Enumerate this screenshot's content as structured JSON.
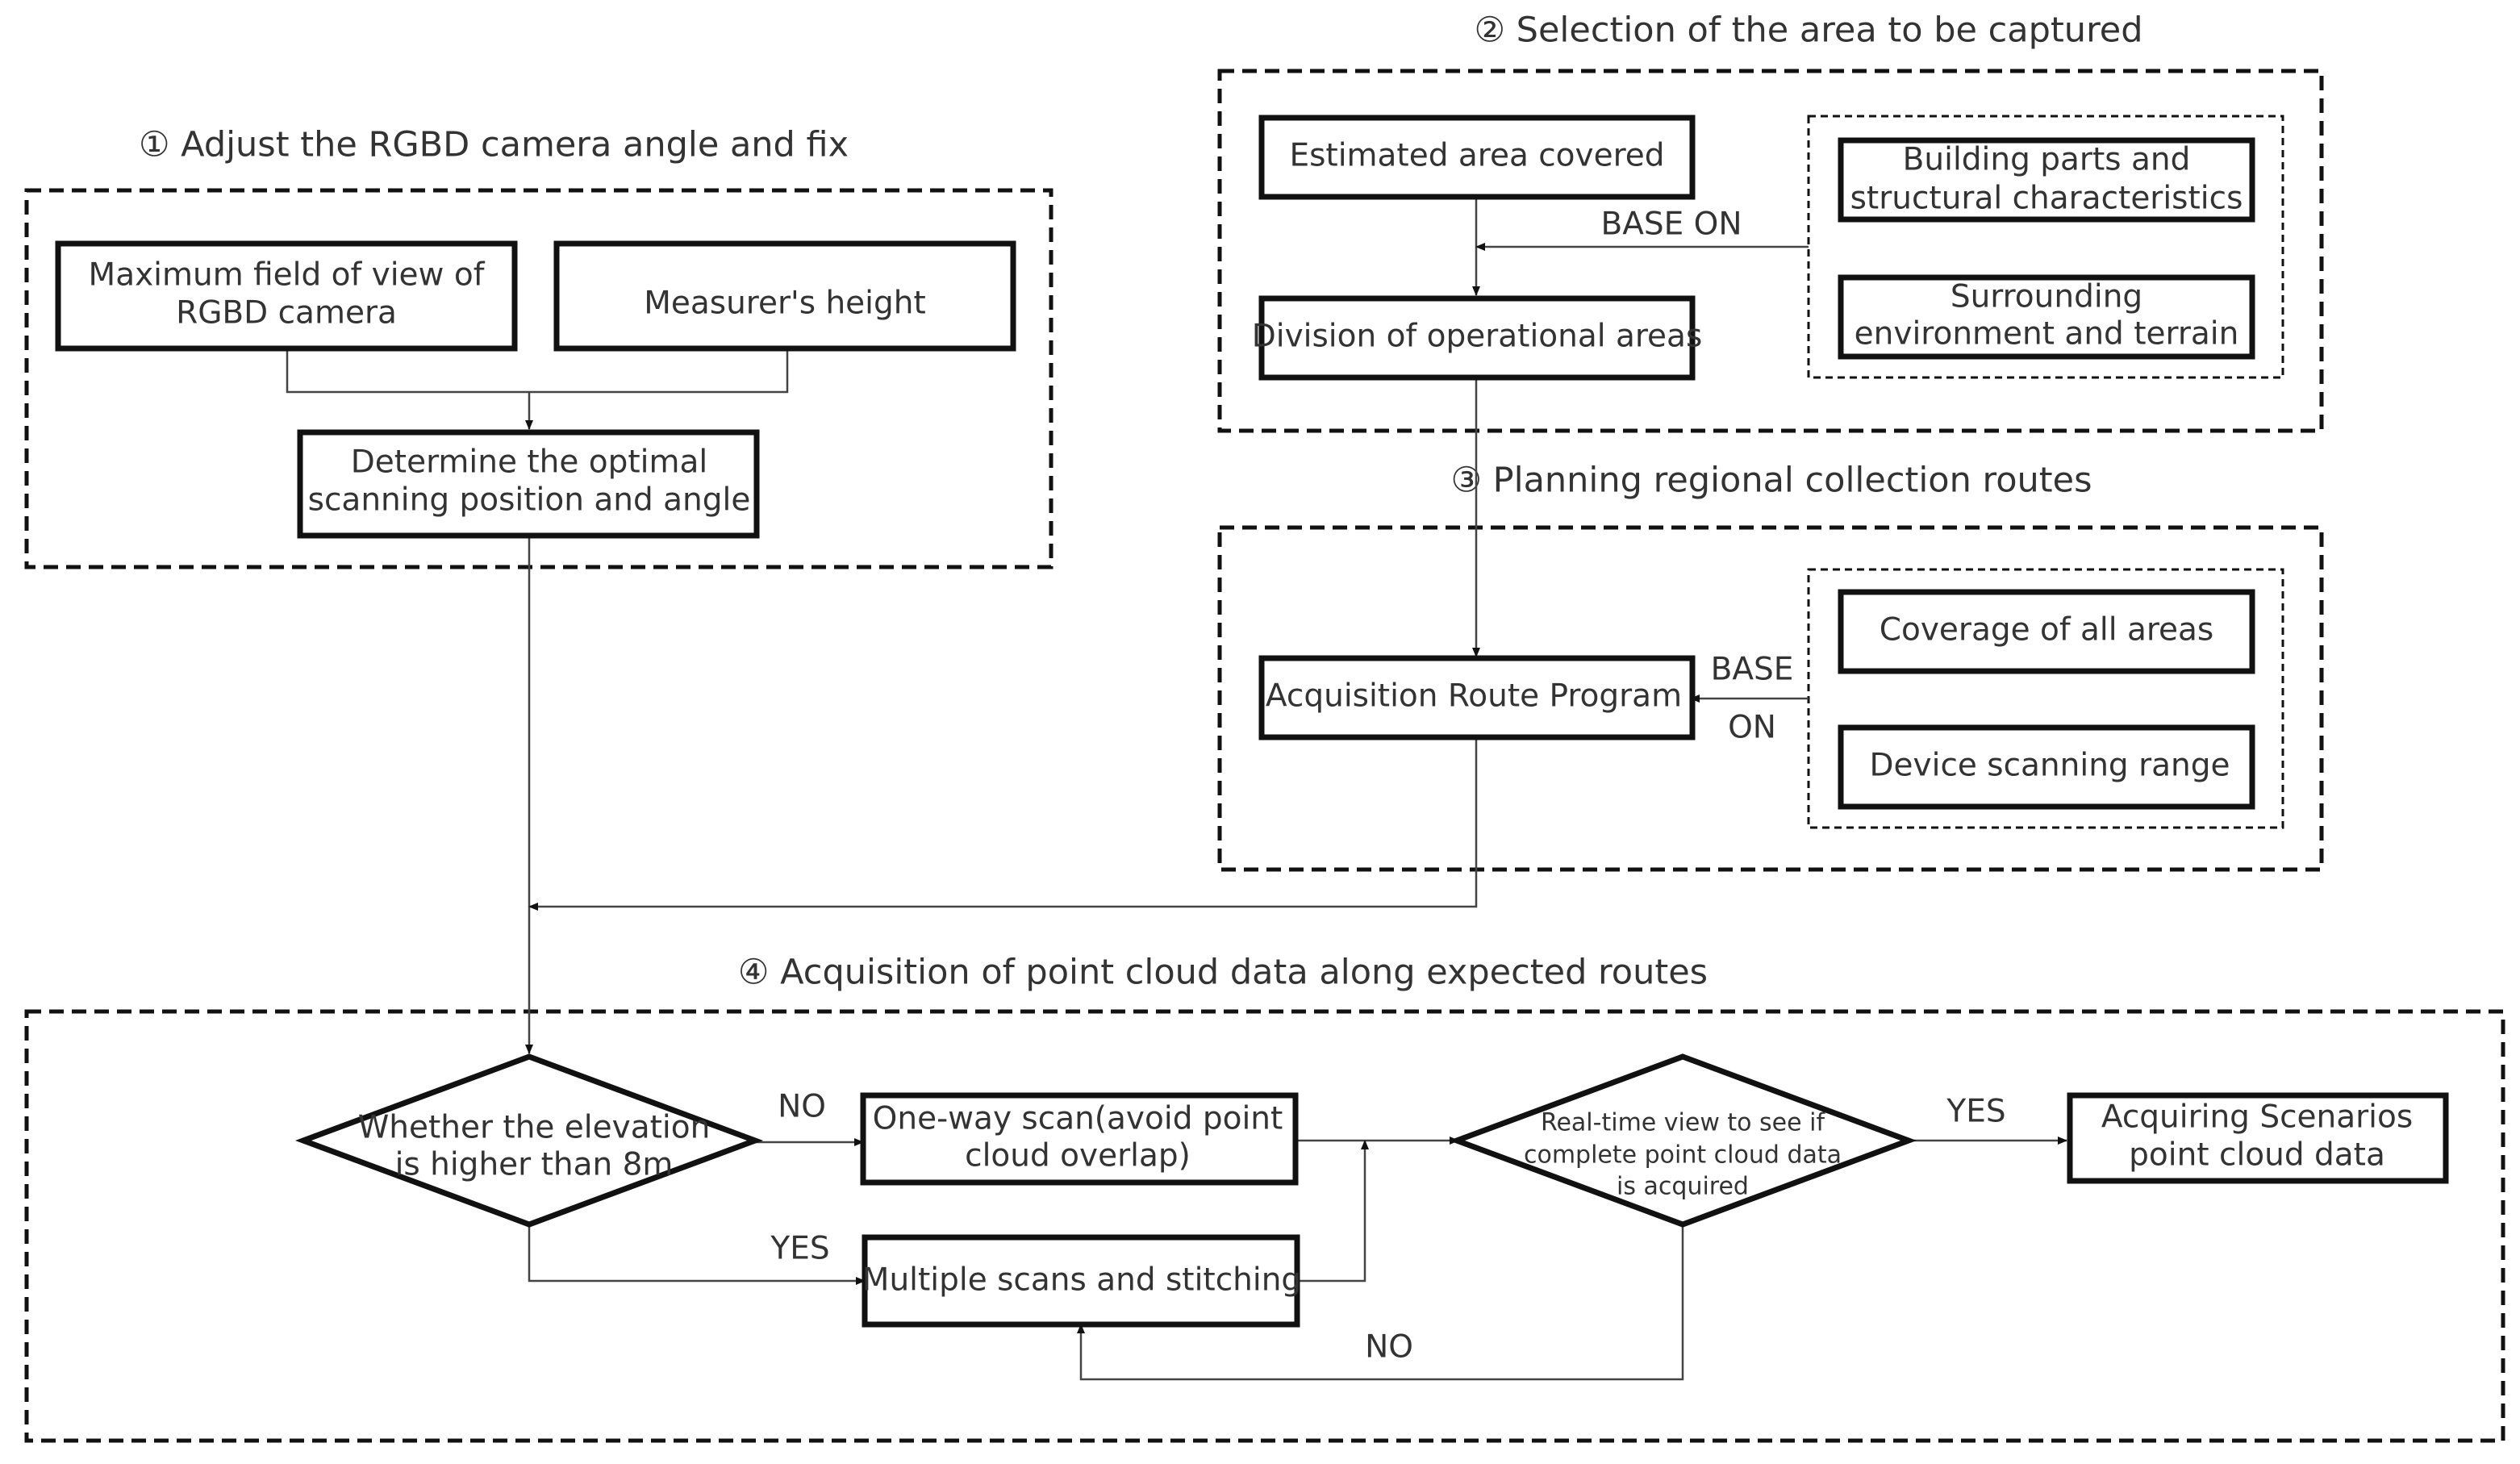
{
  "sections": {
    "s1": "① Adjust the RGBD camera angle and fix",
    "s2": "② Selection of the area to be captured",
    "s3": "③ Planning regional collection routes",
    "s4": "④ Acquisition of point cloud data along expected routes"
  },
  "nodes": {
    "max_fov": [
      "Maximum field of view of",
      "RGBD camera"
    ],
    "height": [
      "Measurer's height"
    ],
    "optimal": [
      "Determine the optimal",
      "scanning position and angle"
    ],
    "estimated": [
      "Estimated area covered"
    ],
    "division": [
      "Division of operational areas"
    ],
    "building": [
      "Building parts and",
      "structural characteristics"
    ],
    "surrounding": [
      "Surrounding",
      "environment and terrain"
    ],
    "route": [
      "Acquisition Route Program"
    ],
    "coverage": [
      "Coverage of all areas"
    ],
    "device": [
      "Device scanning range"
    ],
    "elevation": [
      "Whether the elevation",
      "is higher than 8m"
    ],
    "oneway": [
      "One-way scan(avoid point",
      "cloud overlap)"
    ],
    "multiple": [
      "Multiple scans and stitching"
    ],
    "realtime": [
      "Real-time view to see if",
      "complete point cloud data",
      "is acquired"
    ],
    "acquiring": [
      "Acquiring Scenarios",
      "point cloud data"
    ]
  },
  "edge_labels": {
    "base_on_top": "BASE ON",
    "base": "BASE",
    "on": "ON",
    "no_elevation": "NO",
    "yes_elevation": "YES",
    "yes_realtime": "YES",
    "no_realtime": "NO"
  }
}
